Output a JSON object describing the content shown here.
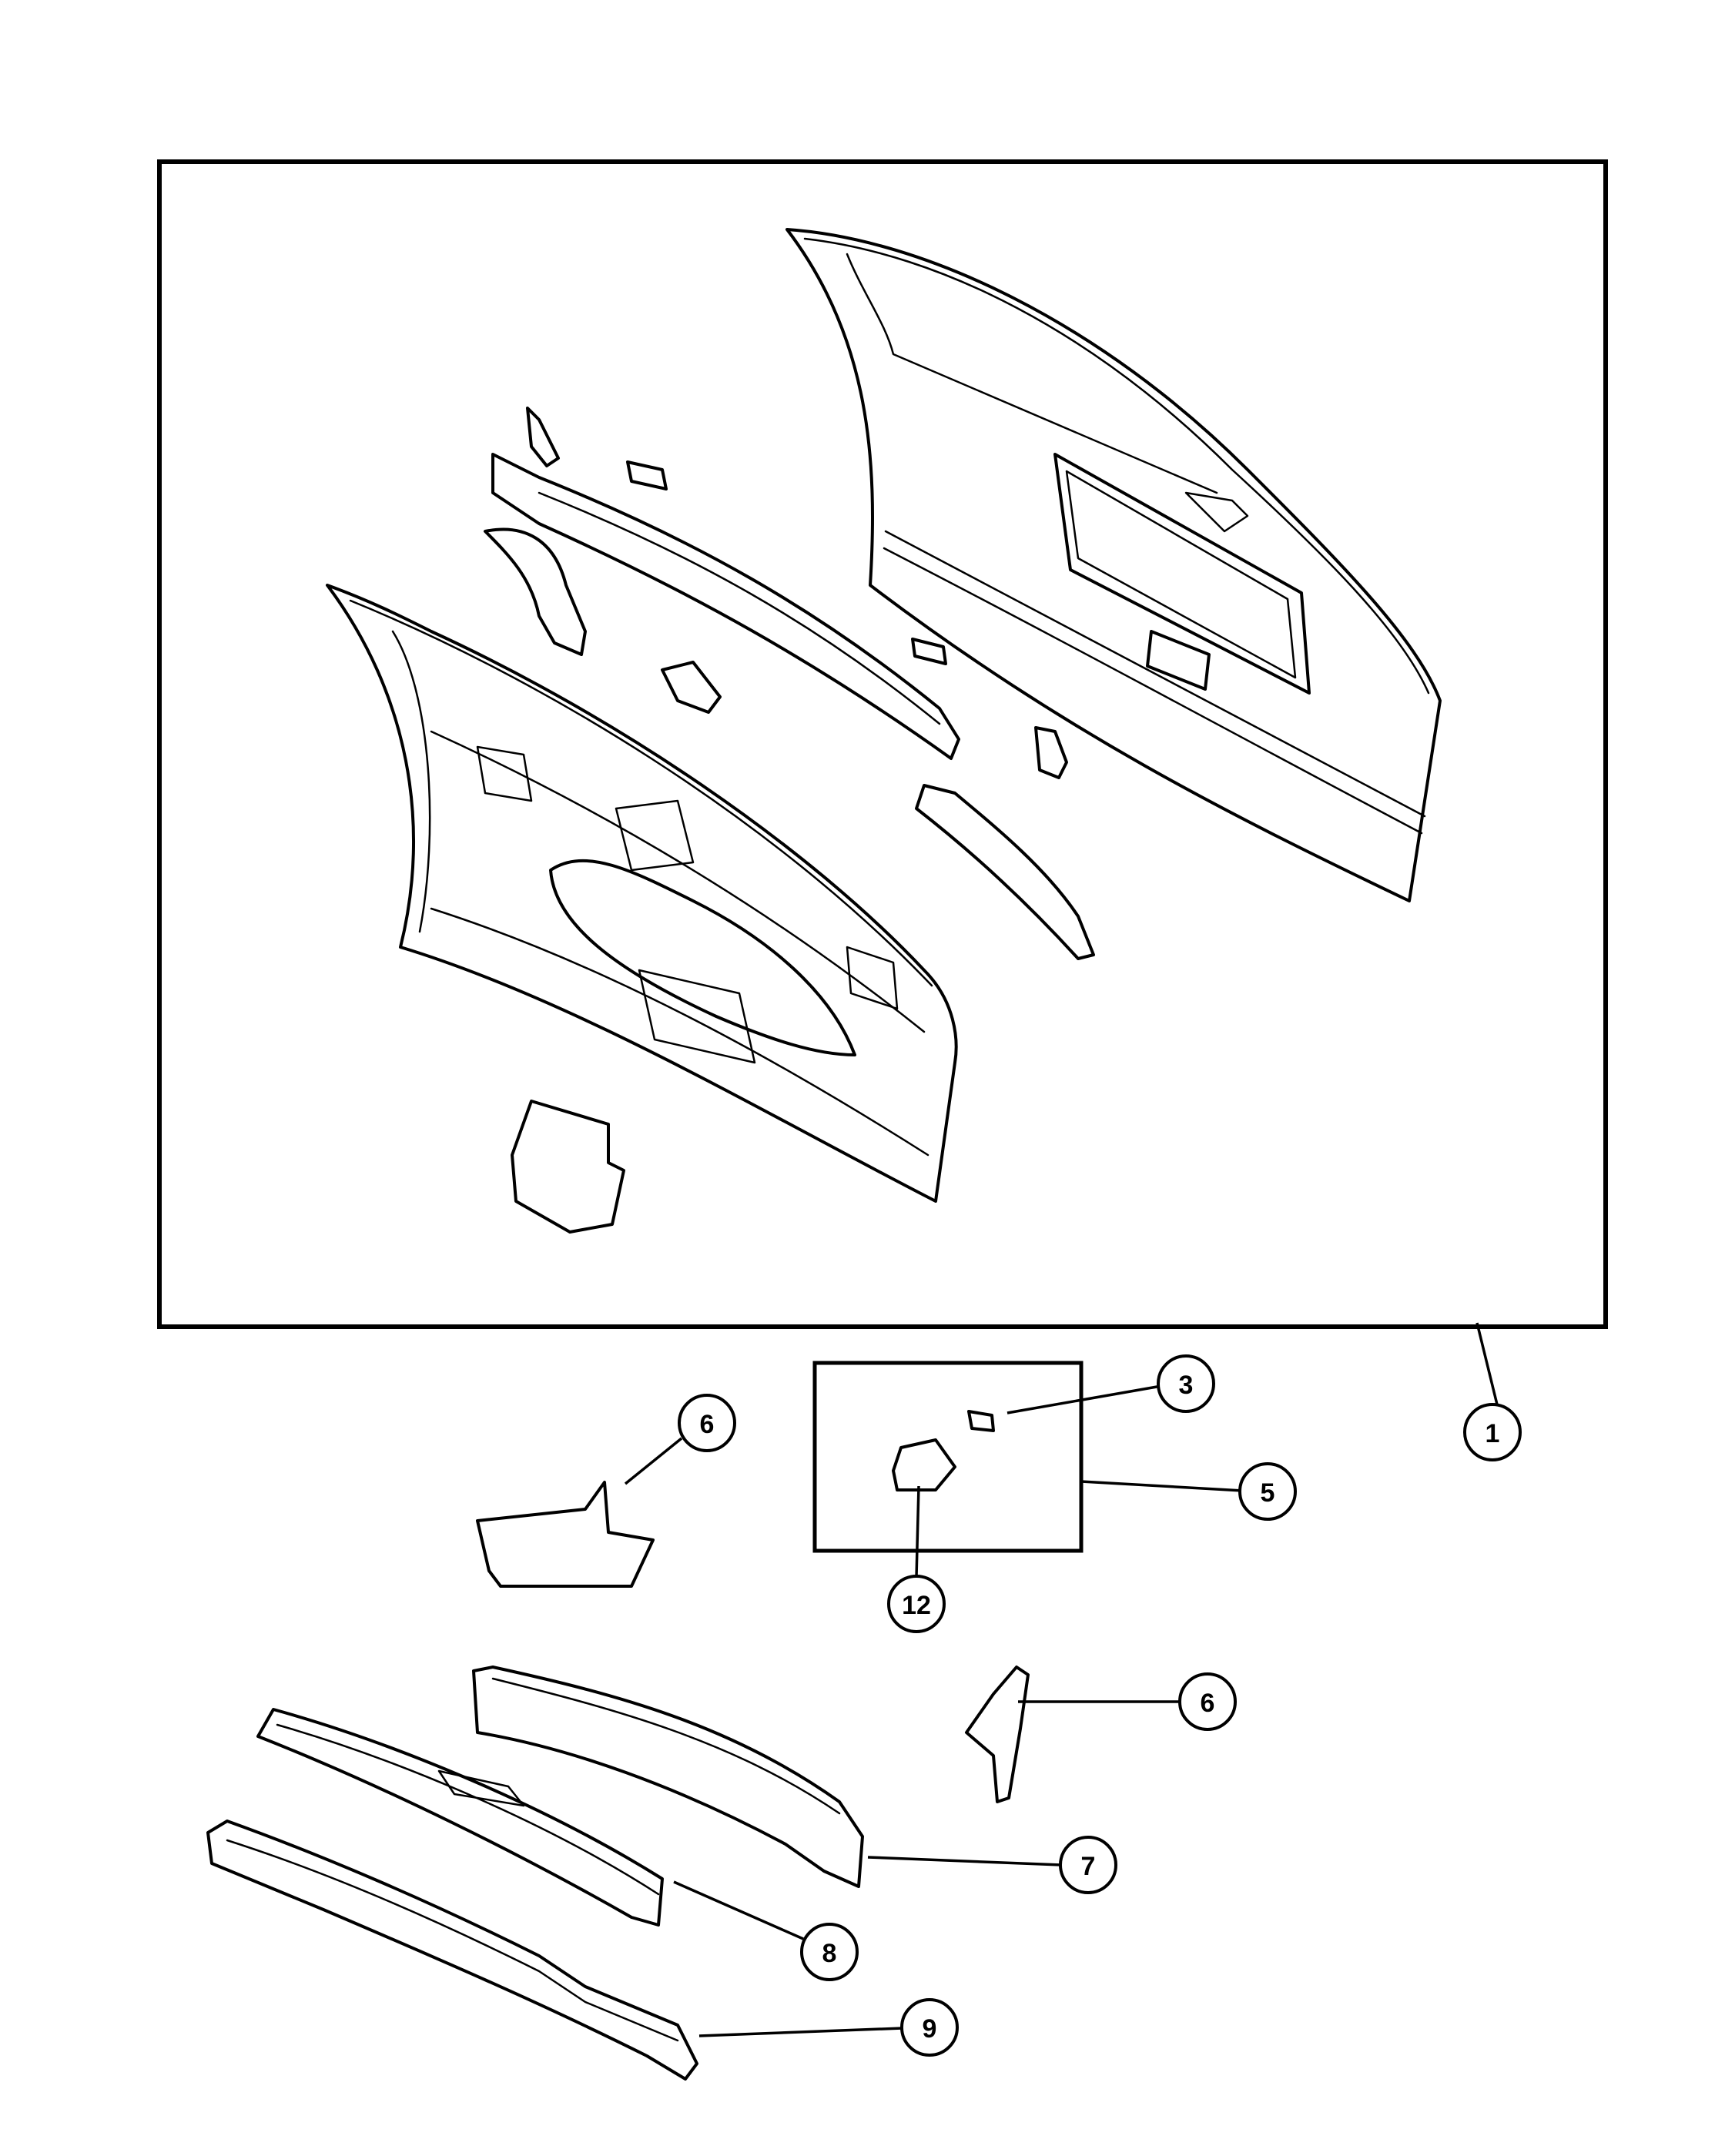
{
  "diagram": {
    "callouts": [
      {
        "id": "c1",
        "label": "1"
      },
      {
        "id": "c3",
        "label": "3"
      },
      {
        "id": "c5",
        "label": "5"
      },
      {
        "id": "c6a",
        "label": "6"
      },
      {
        "id": "c12",
        "label": "12"
      },
      {
        "id": "c6b",
        "label": "6"
      },
      {
        "id": "c7",
        "label": "7"
      },
      {
        "id": "c8",
        "label": "8"
      },
      {
        "id": "c9",
        "label": "9"
      }
    ]
  }
}
